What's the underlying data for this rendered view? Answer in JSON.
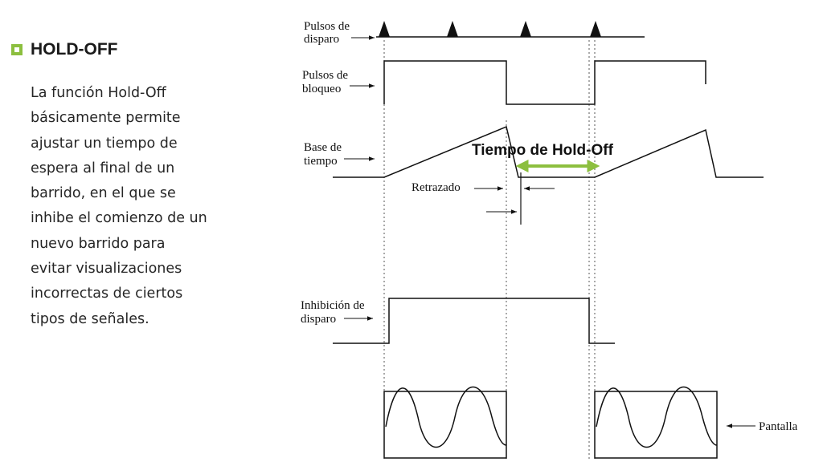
{
  "heading": "HOLD-OFF",
  "paragraph_lines": [
    "La función Hold-Off",
    "básicamente permite",
    "ajustar un tiempo de",
    "espera al final de un",
    "barrido, en el que se",
    "inhibe el comienzo de un",
    "nuevo barrido para",
    "evitar visualizaciones",
    "incorrectas de ciertos",
    "tipos de señales."
  ],
  "diagram": {
    "trigger_label": [
      "Pulsos de",
      "disparo"
    ],
    "blocking_label": [
      "Pulsos de",
      "bloqueo"
    ],
    "timebase_label": [
      "Base de",
      "tiempo"
    ],
    "retrace_label": "Retrazado",
    "inhibit_label": [
      "Inhibición de",
      "disparo"
    ],
    "screen_label": "Pantalla",
    "holdoff_label": "Tiempo de Hold-Off"
  },
  "colors": {
    "accent": "#8cbf3f",
    "text": "#262626",
    "line": "#111111"
  }
}
